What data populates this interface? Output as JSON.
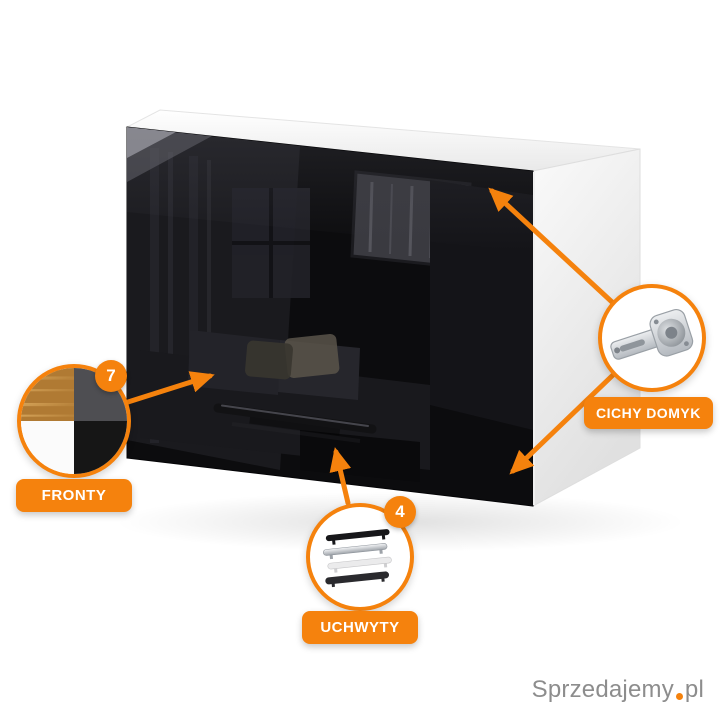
{
  "accent_color": "#f5820d",
  "cabinet": {
    "body_color": "#ffffff",
    "front_color": "#0c0c0e",
    "handle_color": "#121214"
  },
  "callouts": {
    "fronts": {
      "label": "FRONTY",
      "badge": "7",
      "swatch_colors": {
        "wood": "#b07a33",
        "graphite": "#4e4e52",
        "white": "#fbfbfb",
        "black": "#161616"
      }
    },
    "soft_close": {
      "label": "CICHY DOMYK"
    },
    "handles": {
      "label": "UCHWYTY",
      "badge": "4"
    }
  },
  "watermark": {
    "name": "Sprzedajemy",
    "tld": "pl"
  }
}
